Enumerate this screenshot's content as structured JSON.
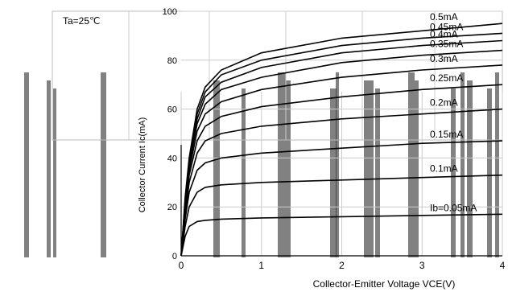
{
  "chart_data": {
    "type": "line",
    "title": "",
    "condition": "Ta=25℃",
    "xlabel": "Collector-Emitter Voltage  VCE(V)",
    "ylabel": "Collector Current  Ic(mA)",
    "xlim": [
      0,
      4
    ],
    "ylim": [
      0,
      100
    ],
    "x_ticks": [
      "0",
      "1",
      "2",
      "3",
      "4"
    ],
    "y_ticks": [
      "0",
      "20",
      "40",
      "60",
      "80",
      "100"
    ],
    "grid": true,
    "legend": "none",
    "series": [
      {
        "name": "Ib=0.05mA",
        "x": [
          0,
          0.05,
          0.1,
          0.2,
          0.3,
          0.5,
          1,
          2,
          3,
          4
        ],
        "y": [
          0,
          8,
          12,
          14,
          14.5,
          15,
          15.5,
          16,
          16.5,
          17
        ]
      },
      {
        "name": "0.1mA",
        "x": [
          0,
          0.05,
          0.1,
          0.2,
          0.3,
          0.5,
          1,
          2,
          3,
          4
        ],
        "y": [
          0,
          12,
          20,
          26,
          28,
          29,
          30,
          31,
          32,
          33
        ]
      },
      {
        "name": "0.15mA",
        "x": [
          0,
          0.05,
          0.1,
          0.2,
          0.3,
          0.5,
          1,
          2,
          3,
          4
        ],
        "y": [
          0,
          15,
          26,
          35,
          38,
          40,
          42,
          44,
          46,
          47
        ]
      },
      {
        "name": "0.2mA",
        "x": [
          0,
          0.05,
          0.1,
          0.2,
          0.3,
          0.5,
          1,
          2,
          3,
          4
        ],
        "y": [
          0,
          17,
          30,
          42,
          47,
          50,
          53,
          56,
          58,
          60
        ]
      },
      {
        "name": "0.25mA",
        "x": [
          0,
          0.05,
          0.1,
          0.2,
          0.3,
          0.5,
          1,
          2,
          3,
          4
        ],
        "y": [
          0,
          19,
          33,
          47,
          53,
          57,
          61,
          65,
          68,
          70
        ]
      },
      {
        "name": "0.3mA",
        "x": [
          0,
          0.05,
          0.1,
          0.2,
          0.3,
          0.5,
          1,
          2,
          3,
          4
        ],
        "y": [
          0,
          20,
          35,
          51,
          58,
          63,
          68,
          73,
          76,
          78
        ]
      },
      {
        "name": "0.35mA",
        "x": [
          0,
          0.05,
          0.1,
          0.2,
          0.3,
          0.5,
          1,
          2,
          3,
          4
        ],
        "y": [
          0,
          21,
          37,
          54,
          62,
          68,
          73,
          79,
          82,
          84
        ]
      },
      {
        "name": "0.4mA",
        "x": [
          0,
          0.05,
          0.1,
          0.2,
          0.3,
          0.5,
          1,
          2,
          3,
          4
        ],
        "y": [
          0,
          22,
          38,
          56,
          65,
          71,
          77,
          83,
          86,
          88
        ]
      },
      {
        "name": "0.45mA",
        "x": [
          0,
          0.05,
          0.1,
          0.2,
          0.3,
          0.5,
          1,
          2,
          3,
          4
        ],
        "y": [
          0,
          23,
          39,
          58,
          67,
          74,
          80,
          86,
          89,
          91
        ]
      },
      {
        "name": "0.5mA",
        "x": [
          0,
          0.05,
          0.1,
          0.2,
          0.3,
          0.5,
          1,
          2,
          3,
          4
        ],
        "y": [
          0,
          24,
          40,
          60,
          69,
          76,
          83,
          89,
          92,
          95
        ]
      }
    ]
  }
}
